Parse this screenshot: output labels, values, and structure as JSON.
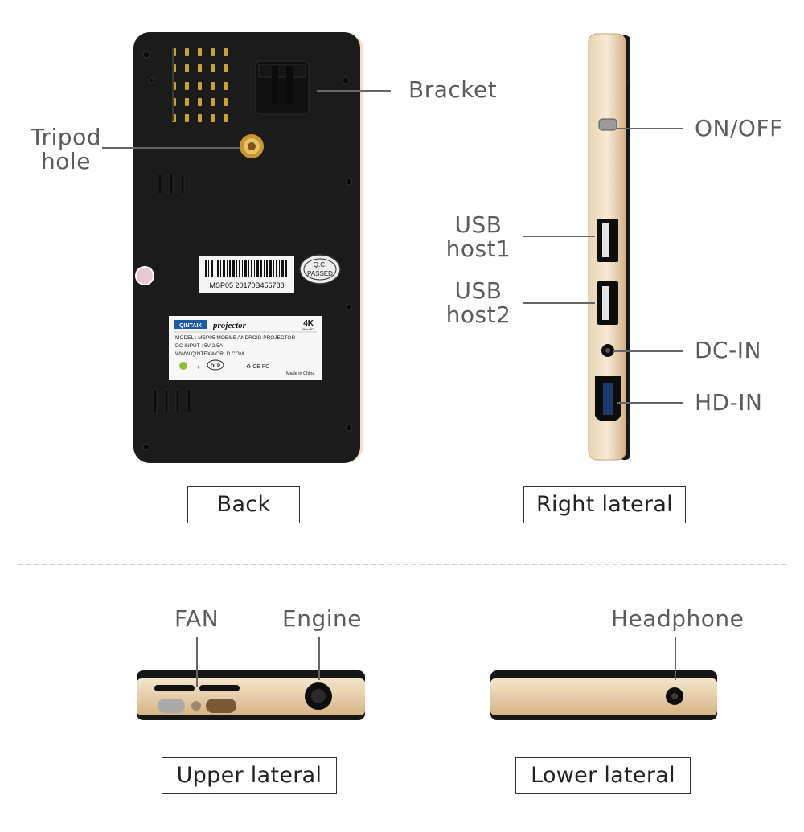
{
  "callouts": {
    "tripod_hole_line1": "Tripod",
    "tripod_hole_line2": "hole",
    "bracket": "Bracket",
    "on_off": "ON/OFF",
    "usb_host1_line1": "USB",
    "usb_host1_line2": "host1",
    "usb_host2_line1": "USB",
    "usb_host2_line2": "host2",
    "dc_in": "DC-IN",
    "hd_in": "HD-IN",
    "fan": "FAN",
    "engine": "Engine",
    "headphone": "Headphone"
  },
  "captions": {
    "back": "Back",
    "right_lateral": "Right lateral",
    "upper_lateral": "Upper lateral",
    "lower_lateral": "Lower lateral"
  },
  "device_label": {
    "brand": "QINTAIX",
    "product": "projector",
    "badge": "4K",
    "badge_sub": "Ultra HD",
    "model": "MODEL : MSP05 MOBILE ANDROID PROJECTOR",
    "dc_input": "DC INPUT : 5V 2.5A",
    "website": "WWW.QINTEXWORLD.COM",
    "dlp": "DLP",
    "certs": "♻ CE FC",
    "made_in": "Made in China"
  },
  "barcode": {
    "serial": "MSP05 20170B456788"
  },
  "qc_sticker": {
    "line1": "Q.C.",
    "line2": "PASSED"
  },
  "colors": {
    "device_body": "#1b1b1b",
    "gold_trim": "#d9b98f",
    "leader_line": "#666666",
    "text": "#5c5c5c"
  }
}
